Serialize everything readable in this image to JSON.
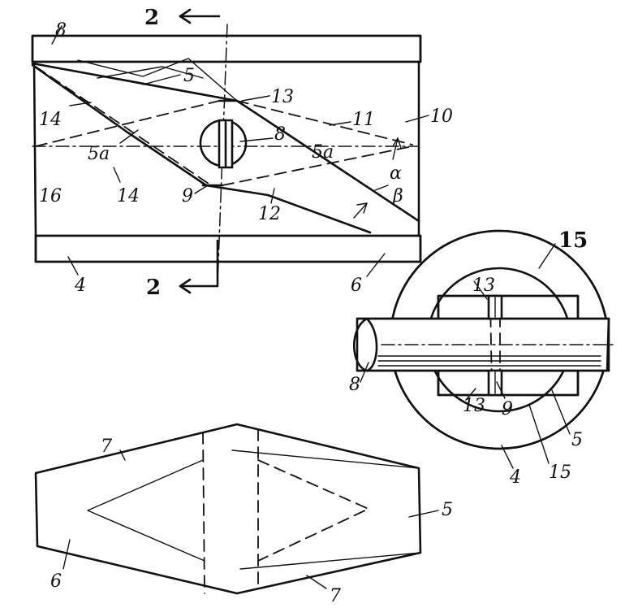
{
  "figure_labels": {
    "section_top": "2",
    "section_bottom": "2",
    "l_8_top": "8",
    "l_5": "5",
    "l_13": "13",
    "l_11": "11",
    "l_10": "10",
    "l_14_upper": "14",
    "l_5a_left": "5a",
    "l_8_mid": "8",
    "l_5a_right": "5a",
    "l_alpha": "α",
    "l_beta": "β",
    "l_16": "16",
    "l_14_lower": "14",
    "l_9": "9",
    "l_12": "12",
    "l_4": "4",
    "l_6": "6",
    "c_15_top": "15",
    "c_13_top": "13",
    "c_8": "8",
    "c_13_bottom": "13",
    "c_9": "9",
    "c_5": "5",
    "c_4": "4",
    "c_15_bottom": "15",
    "b_7_top": "7",
    "b_5": "5",
    "b_6": "6",
    "b_7_bottom": "7"
  }
}
